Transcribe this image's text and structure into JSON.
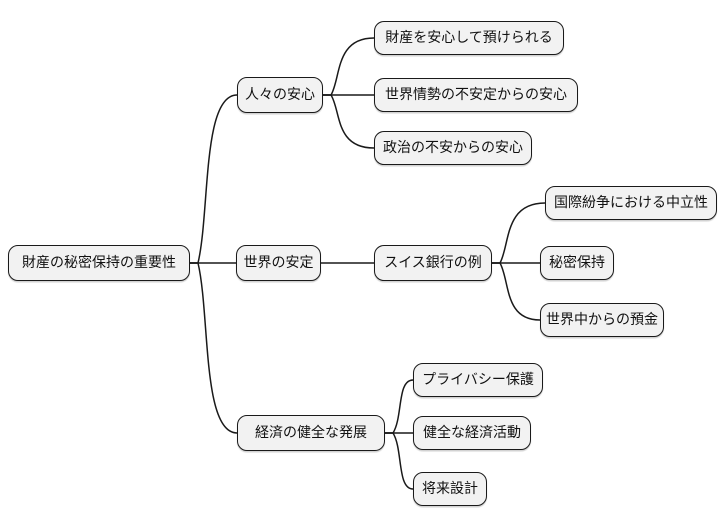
{
  "diagram": {
    "type": "mindmap",
    "background": "#ffffff",
    "node_fill": "#f2f2f2",
    "node_border": "#1a1a1a",
    "line_color": "#1a1a1a",
    "root": {
      "label": "財産の秘密保持の重要性"
    },
    "branches": [
      {
        "label": "人々の安心",
        "children": [
          {
            "label": "財産を安心して預けられる"
          },
          {
            "label": "世界情勢の不安定からの安心"
          },
          {
            "label": "政治の不安からの安心"
          }
        ]
      },
      {
        "label": "世界の安定",
        "children": [
          {
            "label": "スイス銀行の例",
            "children": [
              {
                "label": "国際紛争における中立性"
              },
              {
                "label": "秘密保持"
              },
              {
                "label": "世界中からの預金"
              }
            ]
          }
        ]
      },
      {
        "label": "経済の健全な発展",
        "children": [
          {
            "label": "プライバシー保護"
          },
          {
            "label": "健全な経済活動"
          },
          {
            "label": "将来設計"
          }
        ]
      }
    ]
  }
}
